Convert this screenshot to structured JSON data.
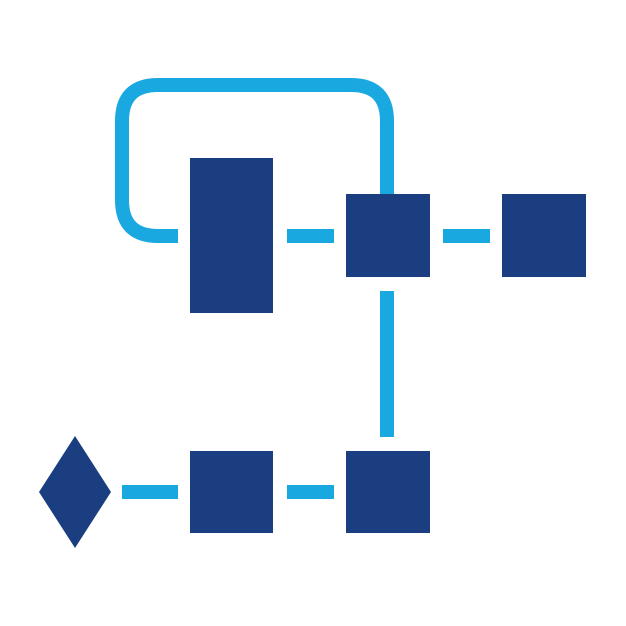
{
  "icon": {
    "name": "workflow-flowchart-icon",
    "colors": {
      "background": "#ffffff",
      "node_fill": "#1a3e80",
      "connector_stroke": "#19a8e0"
    },
    "nodes": [
      {
        "id": "tall-process-node",
        "shape": "rectangle"
      },
      {
        "id": "center-process-node",
        "shape": "square"
      },
      {
        "id": "right-process-node",
        "shape": "square"
      },
      {
        "id": "bottom-left-process-node",
        "shape": "square"
      },
      {
        "id": "bottom-right-process-node",
        "shape": "square"
      },
      {
        "id": "start-decision-node",
        "shape": "diamond"
      }
    ],
    "connectors": [
      {
        "id": "loop-connector",
        "from": "tall-process-node",
        "to": "center-process-node"
      },
      {
        "id": "tall-to-center-connector",
        "from": "tall-process-node",
        "to": "center-process-node"
      },
      {
        "id": "center-to-right-connector",
        "from": "center-process-node",
        "to": "right-process-node"
      },
      {
        "id": "center-to-bottom-connector",
        "from": "center-process-node",
        "to": "bottom-right-process-node"
      },
      {
        "id": "bottom-squares-connector",
        "from": "bottom-left-process-node",
        "to": "bottom-right-process-node"
      },
      {
        "id": "diamond-connector",
        "from": "start-decision-node",
        "to": "bottom-left-process-node"
      }
    ]
  }
}
